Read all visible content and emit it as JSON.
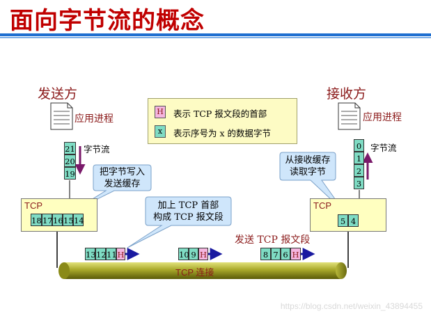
{
  "title": "面向字节流的概念",
  "sender": {
    "label": "发送方",
    "app_label": "应用进程",
    "stream_label": "字节流",
    "stream_bytes": [
      "21",
      "20",
      "19"
    ],
    "tcp_label": "TCP",
    "buffer_bytes": [
      "18",
      "17",
      "16",
      "15",
      "14"
    ],
    "callout_line1": "把字节写入",
    "callout_line2": "发送缓存"
  },
  "receiver": {
    "label": "接收方",
    "app_label": "应用进程",
    "stream_label": "字节流",
    "stream_bytes": [
      "0",
      "1",
      "2",
      "3"
    ],
    "tcp_label": "TCP",
    "buffer_bytes": [
      "5",
      "4"
    ],
    "callout_line1": "从接收缓存",
    "callout_line2": "读取字节"
  },
  "legend": {
    "header_key": "H",
    "header_text": "表示 TCP 报文段的首部",
    "byte_key": "x",
    "byte_text": "表示序号为 x 的数据字节"
  },
  "segment_callout": {
    "line1": "加上 TCP 首部",
    "line2": "构成 TCP 报文段"
  },
  "send_label": "发送 TCP 报文段",
  "connection_label": "TCP 连接",
  "segments": [
    {
      "bytes": [
        "13",
        "12",
        "11"
      ],
      "header": "H"
    },
    {
      "bytes": [
        "10",
        "9"
      ],
      "header": "H"
    },
    {
      "bytes": [
        "8",
        "7",
        "6"
      ],
      "header": "H"
    }
  ],
  "watermark": "https://blog.csdn.net/weixin_43894455",
  "colors": {
    "title": "#c00000",
    "title_bar": "#1f6fd0",
    "pipe": "#9a9a1a",
    "byte_cell": "#7fdcc4",
    "header_cell": "#f5b6e0",
    "callout": "#cfe6fb"
  }
}
